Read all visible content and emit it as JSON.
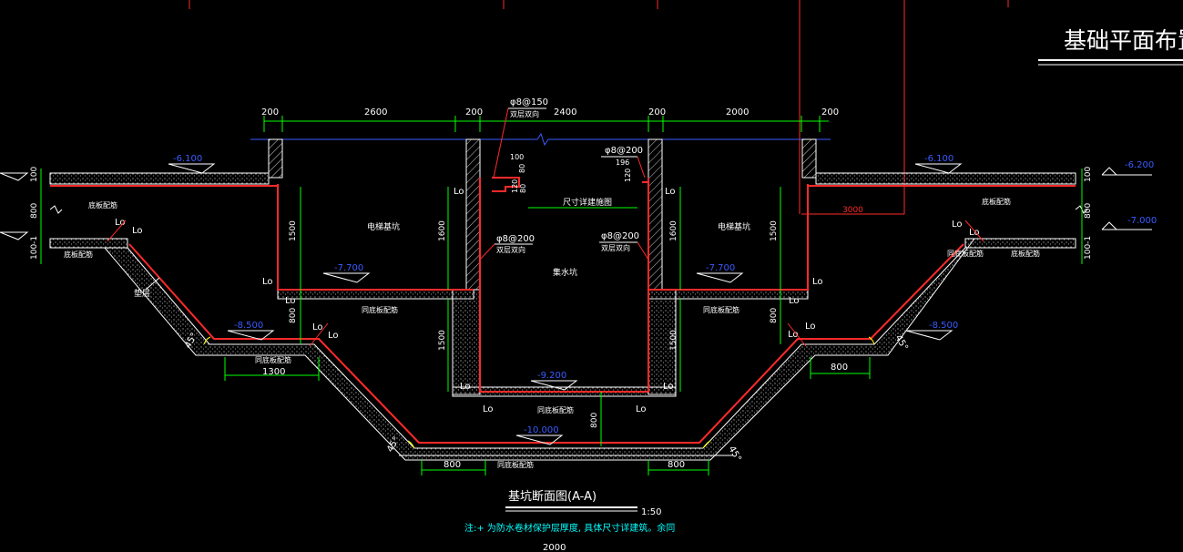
{
  "drawing": {
    "title": "基础平面布置图",
    "section_title": "基坑断面图(A-A)",
    "scale": "1:50",
    "note": "注:+ 为防水卷材保护层厚度, 具体尺寸详建筑。余同",
    "bottom_dim": "2000"
  },
  "dims_top": [
    "200",
    "2600",
    "200",
    "2400",
    "200",
    "2000",
    "200"
  ],
  "rebar_labels": {
    "top_left": "φ8@150",
    "top_left_sub": "双层双向",
    "top_right": "φ8@200",
    "top_right_sub": "196",
    "mid_left": "φ8@200",
    "mid_left_sub": "双层双向",
    "mid_right": "φ8@200",
    "mid_right_sub": "双层双向"
  },
  "small_dims": {
    "d100": "100",
    "d80": "80",
    "d120a": "120",
    "d80b": "80",
    "d120b": "120",
    "d100left": "100",
    "d800left": "800",
    "d100left2": "100-1",
    "d100right": "100",
    "d800right": "800",
    "d100right2": "100-1",
    "d3000": "3000",
    "d1500a": "1500",
    "d1600a": "1600",
    "d1600b": "1600",
    "d1500b": "1500",
    "d800c": "800",
    "d1500c": "1500",
    "d1500d": "1500",
    "d800d": "800",
    "d800e": "800",
    "d1300": "1300",
    "d800f": "800",
    "d800g": "800",
    "d800h": "800"
  },
  "elevations": {
    "e1": "-6.100",
    "e2": "-6.100",
    "e3": "-6.200",
    "e4": "-7.000",
    "e5": "-7.700",
    "e6": "-7.700",
    "e7": "-8.500",
    "e8": "-8.500",
    "e9": "-9.200",
    "e10": "-10.000"
  },
  "labels": {
    "lo": "Lo",
    "elevator_left": "电梯基坑",
    "elevator_right": "电梯基坑",
    "sump": "集水坑",
    "detail": "尺寸详建施图",
    "cushion": "垫层",
    "slab1": "底板配筋",
    "slab2": "底板配筋",
    "slab3": "底板配筋",
    "slab4": "底板配筋",
    "slab5": "同底板配筋",
    "slab6": "同底板配筋",
    "slab7": "同底板配筋",
    "slab8": "同底板配筋",
    "slab9": "同底板配筋",
    "slab10": "同底板配筋",
    "angle1": "45°",
    "angle2": "45°",
    "angle3": "45°",
    "angle4": "45°"
  },
  "colors": {
    "background": "#000000",
    "concrete": "#ffffff",
    "rebar": "#ff2a2a",
    "dimension": "#00ff00",
    "elevation": "#3a5bff",
    "text": "#ffffff",
    "note": "#00ffff",
    "hatch": "#c8c8c8",
    "leader": "#ff2a2a"
  }
}
